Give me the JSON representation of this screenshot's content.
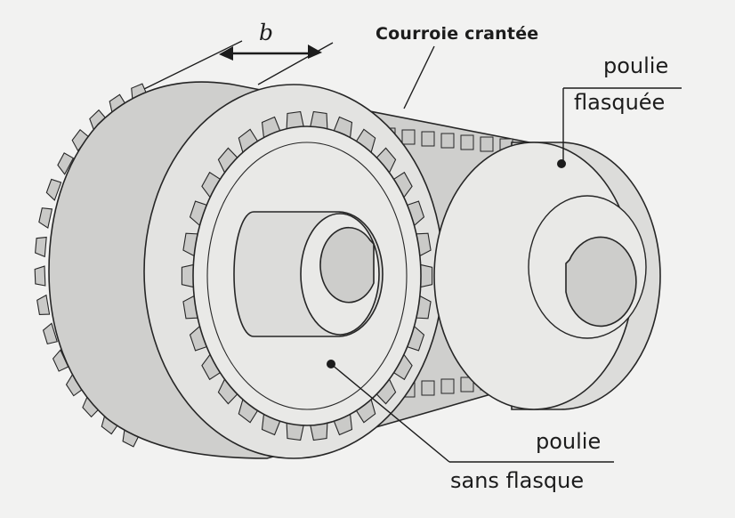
{
  "labels": {
    "belt_width": "b",
    "belt": "Courroie crantée",
    "flanged_pulley_line1": "poulie",
    "flanged_pulley_line2": "flasquée",
    "plain_pulley_line1": "poulie",
    "plain_pulley_line2": "sans flasque"
  },
  "colors": {
    "background": "#f2f2f1",
    "outline": "#262626",
    "belt_back": "#cfcfcd",
    "belt_edge": "#e3e3e1",
    "face": "#e9e9e7",
    "hub": "#dcdcda",
    "bore": "#cdcdcb",
    "tooth": "#cacac8"
  }
}
